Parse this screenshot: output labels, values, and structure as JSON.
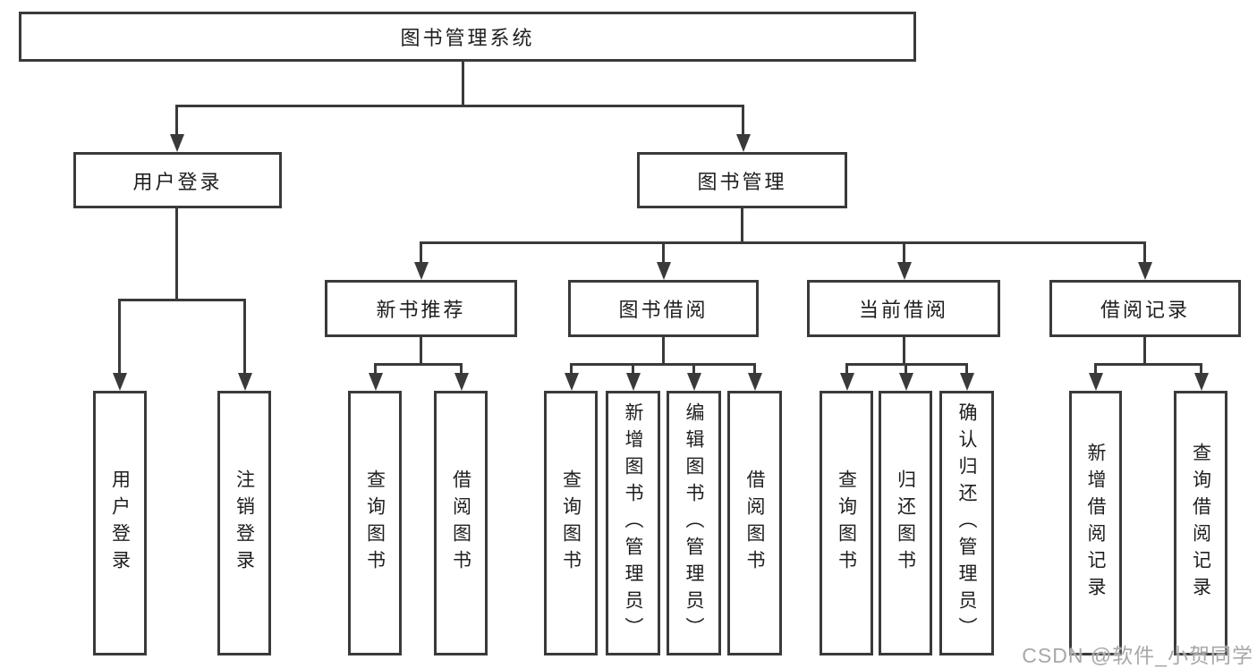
{
  "diagram": {
    "root": {
      "label": "图书管理系统"
    },
    "level2": [
      {
        "label": "用户登录"
      },
      {
        "label": "图书管理"
      }
    ],
    "level3": [
      {
        "label": "新书推荐"
      },
      {
        "label": "图书借阅"
      },
      {
        "label": "当前借阅"
      },
      {
        "label": "借阅记录"
      }
    ],
    "leaves": {
      "user_login": [
        {
          "label": "用户登录"
        },
        {
          "label": "注销登录"
        }
      ],
      "new_book": [
        {
          "label": "查询图书"
        },
        {
          "label": "借阅图书"
        }
      ],
      "book_borrow": [
        {
          "label": "查询图书"
        },
        {
          "label": "新增图书（管理员）"
        },
        {
          "label": "编辑图书（管理员）"
        },
        {
          "label": "借阅图书"
        }
      ],
      "current_borrow": [
        {
          "label": "查询图书"
        },
        {
          "label": "归还图书"
        },
        {
          "label": "确认归还（管理员）"
        }
      ],
      "borrow_record": [
        {
          "label": "新增借阅记录"
        },
        {
          "label": "查询借阅记录"
        }
      ]
    }
  },
  "watermark": {
    "text": "CSDN @软件_小贺同学"
  },
  "colors": {
    "line": "#3a3a3a",
    "text": "#1e1e1e",
    "watermark": "#a8a8a8",
    "background": "#ffffff"
  }
}
